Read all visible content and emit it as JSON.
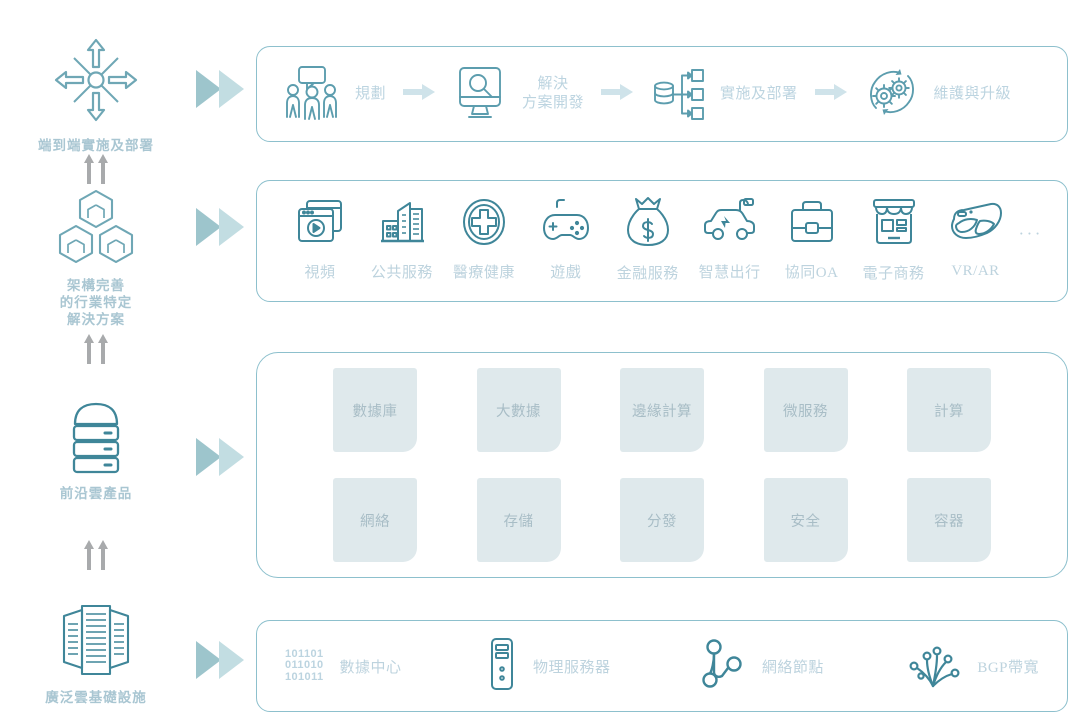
{
  "theme": {
    "stroke_teal": "#3f8699",
    "panel_border": "#8dc0cd",
    "chevron_dark": "#9dc5cc",
    "chevron_light": "#c2dde2",
    "label_blue": "#bdd3de",
    "rail_label": "#a9c6d2",
    "tile_fill": "#dfe9ec",
    "tile_text": "#a8bdc6",
    "connector_gray": "#a8aaac"
  },
  "rail": {
    "items": [
      {
        "label": "端到端實施及部署",
        "icon": "converge-arrows-icon"
      },
      {
        "label": "架構完善\n的行業特定\n解決方案",
        "icon": "hex-architecture-icon"
      },
      {
        "label": "前沿雲產品",
        "icon": "server-stack-icon"
      },
      {
        "label": "廣泛雲基礎設施",
        "icon": "data-center-buildings-icon"
      }
    ],
    "connector": "double-up-arrow-icon"
  },
  "rows": [
    {
      "name": "end-to-end-implementation",
      "type": "flow",
      "steps": [
        {
          "label": "規劃",
          "icon": "people-discussion-icon"
        },
        {
          "label": "解決\n方案開發",
          "icon": "monitor-search-icon"
        },
        {
          "label": "實施及部署",
          "icon": "database-deploy-icon"
        },
        {
          "label": "維護與升級",
          "icon": "gears-refresh-icon"
        }
      ],
      "arrow": "right-arrow-icon"
    },
    {
      "name": "industry-solutions",
      "type": "industries",
      "items": [
        {
          "label": "視頻",
          "icon": "video-player-icon"
        },
        {
          "label": "公共服務",
          "icon": "city-buildings-icon"
        },
        {
          "label": "醫療健康",
          "icon": "medical-cross-icon"
        },
        {
          "label": "遊戲",
          "icon": "gamepad-icon"
        },
        {
          "label": "金融服務",
          "icon": "money-bag-icon"
        },
        {
          "label": "智慧出行",
          "icon": "electric-car-icon"
        },
        {
          "label": "協同OA",
          "icon": "briefcase-icon"
        },
        {
          "label": "電子商務",
          "icon": "storefront-icon"
        },
        {
          "label": "VR/AR",
          "icon": "vr-glasses-icon"
        }
      ],
      "more": "···"
    },
    {
      "name": "cloud-products",
      "type": "tiles",
      "tiles": [
        [
          "數據庫",
          "大數據",
          "邊緣計算",
          "微服務",
          "計算"
        ],
        [
          "網絡",
          "存儲",
          "分發",
          "安全",
          "容器"
        ]
      ]
    },
    {
      "name": "cloud-infrastructure",
      "type": "infra",
      "items": [
        {
          "label": "數據中心",
          "icon": "binary-code-icon",
          "binary": [
            "101101",
            "011010",
            "101011"
          ]
        },
        {
          "label": "物理服務器",
          "icon": "tower-server-icon"
        },
        {
          "label": "網絡節點",
          "icon": "network-nodes-icon"
        },
        {
          "label": "BGP帶寬",
          "icon": "bgp-bandwidth-icon"
        }
      ]
    }
  ]
}
